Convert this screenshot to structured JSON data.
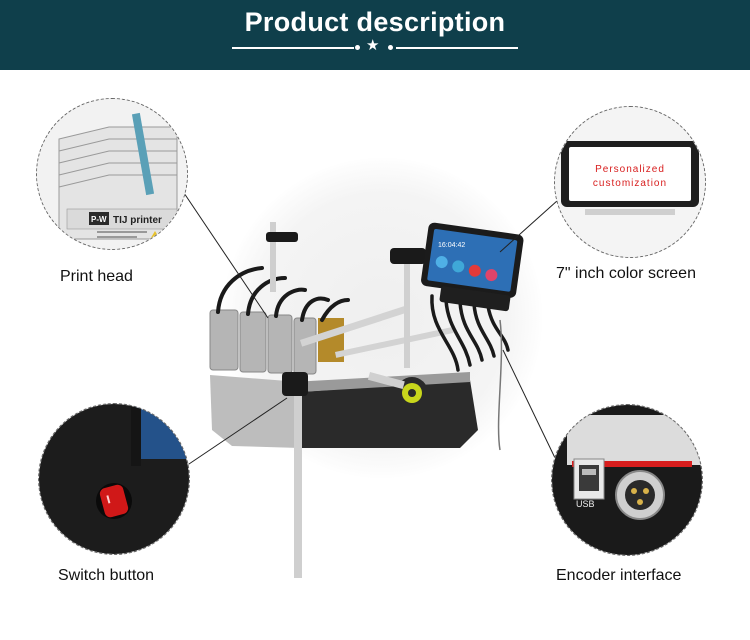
{
  "header": {
    "title": "Product description"
  },
  "callouts": {
    "print_head": {
      "label": "Print head",
      "badge": "P-W",
      "model": "TIJ printer"
    },
    "screen": {
      "label": "7\" inch color screen",
      "line1": "Personalized",
      "line2": "customization"
    },
    "switch": {
      "label": "Switch button"
    },
    "encoder": {
      "label": "Encoder interface",
      "usb": "USB"
    }
  },
  "device": {
    "clock": "16:04:42"
  },
  "colors": {
    "banner": "#0f3f4b",
    "accent_red": "#d81e1e",
    "switch_red": "#d01818"
  }
}
